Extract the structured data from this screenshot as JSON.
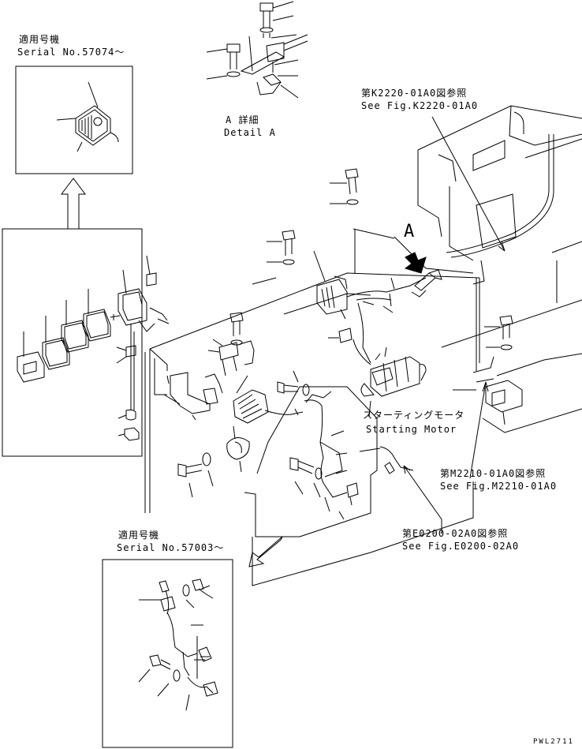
{
  "serial_top": {
    "title": "適用号機",
    "serial": "Serial No.57074～"
  },
  "serial_bottom": {
    "title": "適用号機",
    "serial": "Serial No.57003～"
  },
  "detail_a": {
    "title": "A 詳細",
    "caption": "Detail A"
  },
  "marker_a": "A",
  "ref_k2220": {
    "jp": "第K2220-01A0図参照",
    "en": "See Fig.K2220-01A0"
  },
  "ref_m2210": {
    "jp": "第M2210-01A0図参照",
    "en": "See Fig.M2210-01A0"
  },
  "ref_e0200": {
    "jp": "第E0200-02A0図参照",
    "en": "See Fig.E0200-02A0"
  },
  "starting_motor": {
    "jp": "スターティングモータ",
    "en": "Starting Motor"
  },
  "drawing_code": "PWL2711",
  "colors": {
    "ink": "#000000",
    "paper": "#ffffff"
  }
}
